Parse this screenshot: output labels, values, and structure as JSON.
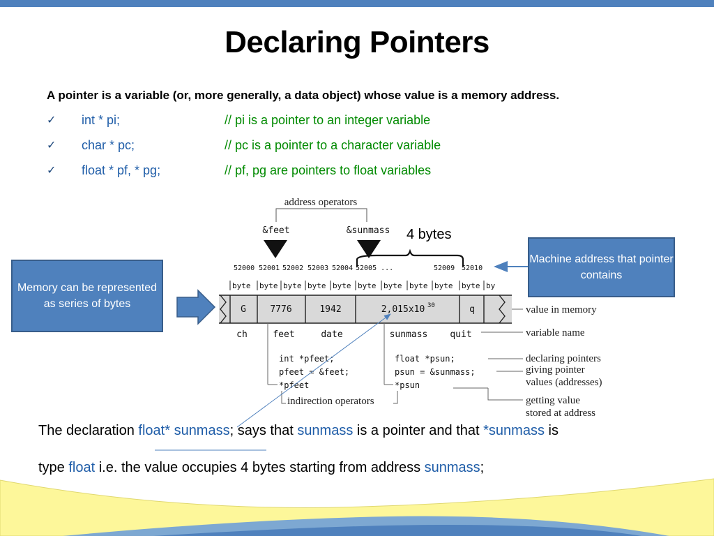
{
  "slide": {
    "title": "Declaring Pointers",
    "intro": "A pointer is a variable (or, more generally, a data object) whose value is a memory address.",
    "bullets": [
      {
        "code": "int * pi;",
        "comment": "// pi is a pointer to an integer variable"
      },
      {
        "code": "char * pc;",
        "comment": "// pc is a pointer to a character variable"
      },
      {
        "code": "float * pf, * pg;",
        "comment": "// pf, pg are pointers to float variables"
      }
    ],
    "check_glyph": "✓"
  },
  "diagram": {
    "address_operators": "address operators",
    "op_feet": "&feet",
    "op_sunmass": "&sunmass",
    "bytes_label": "4 bytes",
    "addresses": [
      "52000",
      "52001",
      "52002",
      "52003",
      "52004",
      "52005 ...",
      "52009",
      "52010"
    ],
    "byte_label": "byte",
    "byte_partial": "by",
    "cell_values": [
      "G",
      "7776",
      "1942",
      "2,015x10",
      "q"
    ],
    "exponent": "30",
    "var_names": [
      "ch",
      "feet",
      "date",
      "sunmass",
      "quit"
    ],
    "code_left": [
      "int *pfeet;",
      "pfeet = &feet;",
      "*pfeet"
    ],
    "code_right": [
      "float *psun;",
      "psun = &sunmass;",
      "*psun"
    ],
    "indirection": "indirection operators",
    "labels": [
      "value in memory",
      "variable name",
      "declaring pointers",
      "giving pointer",
      "values (addresses)",
      "getting value",
      "stored at address"
    ]
  },
  "callouts": {
    "memory": "Memory can be represented as series of bytes",
    "machine": "Machine address that pointer contains"
  },
  "explanation": {
    "l1_a": "The declaration ",
    "l1_b": "float* sunmass",
    "l1_c": "; says that ",
    "l1_d": "sunmass",
    "l1_e": " is a pointer and that ",
    "l1_f": "*sunmass",
    "l1_g": " is",
    "l2_a": "type ",
    "l2_b": "float",
    "l2_c": " i.e. the value occupies 4 bytes starting from address ",
    "l2_d": "sunmass",
    "l2_e": ";"
  },
  "colors": {
    "accent": "#4f81bd",
    "accent_border": "#385d8a",
    "code_blue": "#1f5da8",
    "comment_green": "#008a00",
    "wave_yellow": "#fdf79a"
  }
}
